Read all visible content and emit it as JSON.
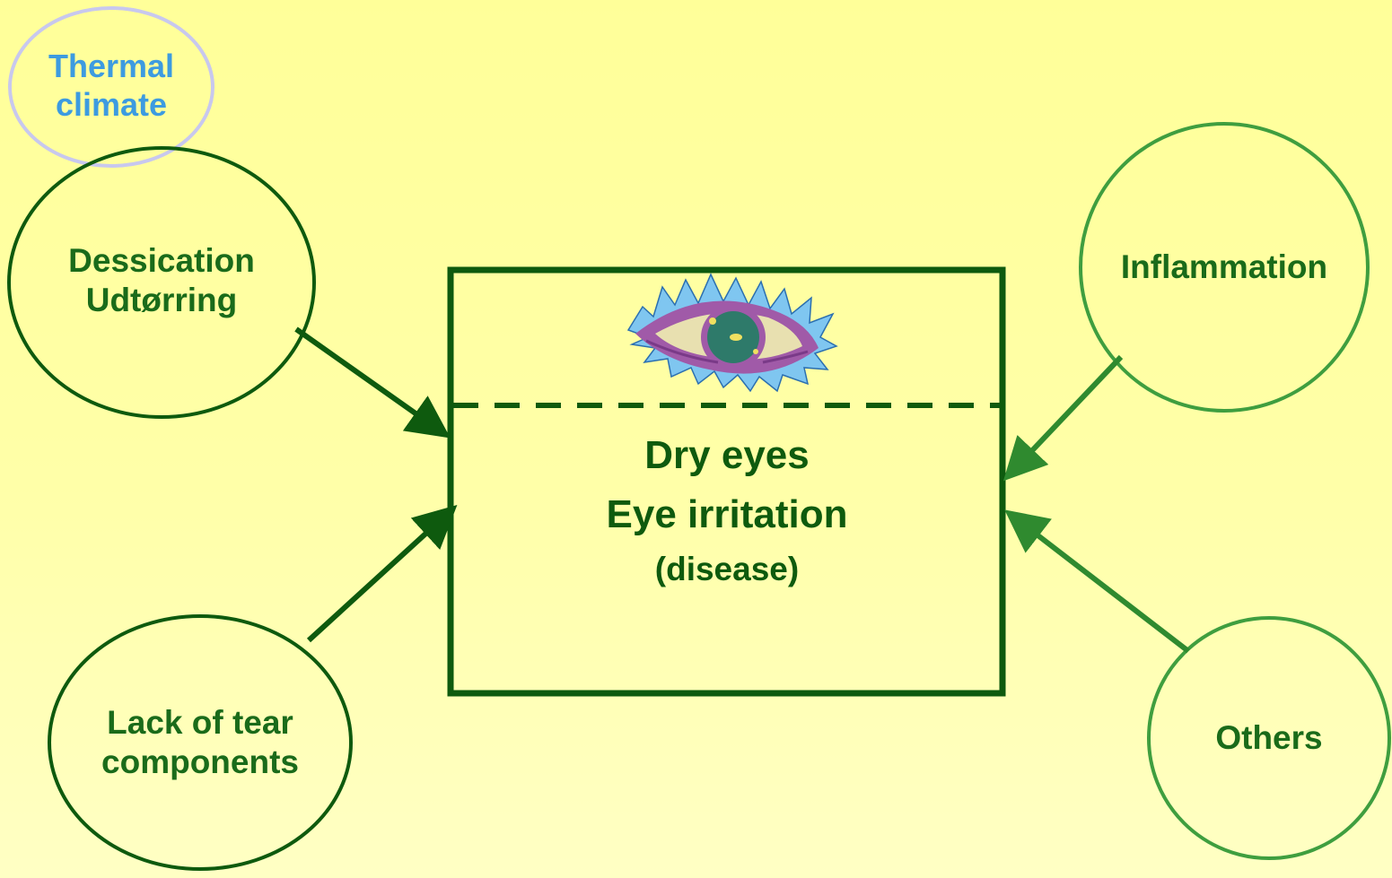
{
  "colors": {
    "background": "#ffff99",
    "dark_green": "#0e5a0e",
    "light_green": "#3f9e3f",
    "lavender": "#c8c8ee",
    "thermal_text": "#3d9be0"
  },
  "nodes": {
    "thermal": {
      "line1": "Thermal",
      "line2": "climate"
    },
    "dessication": {
      "line1": "Dessication",
      "line2": "Udtørring"
    },
    "lack": {
      "line1": "Lack of tear",
      "line2": "components"
    },
    "inflammation": {
      "line1": "Inflammation"
    },
    "others": {
      "line1": "Others"
    }
  },
  "center_box": {
    "icon": "eye-icon",
    "line1": "Dry eyes",
    "line2": "Eye irritation",
    "line3": "(disease)"
  }
}
